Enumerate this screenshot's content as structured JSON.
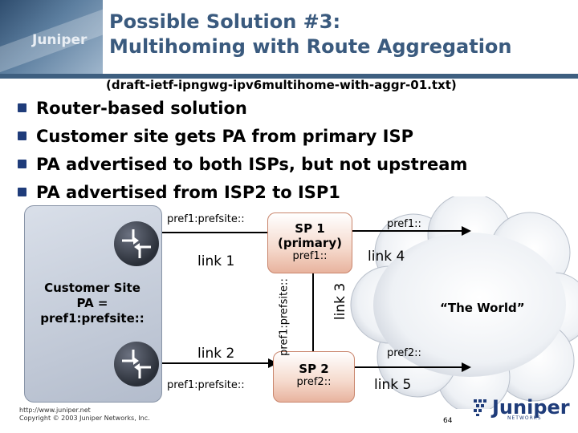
{
  "title_line1": "Possible Solution #3:",
  "title_line2": "Multihoming with Route Aggregation",
  "subtitle": "(draft-ietf-ipngwg-ipv6multihome-with-aggr-01.txt)",
  "header_logo": "Juniper",
  "bullets": [
    "Router-based solution",
    "Customer site gets PA from primary ISP",
    "PA advertised to both ISPs, but not upstream",
    "PA advertised from ISP2 to ISP1"
  ],
  "customer_site": {
    "line1": "Customer Site",
    "line2": "PA =",
    "line3": "pref1:prefsite::"
  },
  "sp1": {
    "line1": "SP 1",
    "line2": "(primary)",
    "pref": "pref1::"
  },
  "sp2": {
    "title": "SP 2",
    "pref": "pref2::"
  },
  "links": {
    "link1": "link 1",
    "link2": "link 2",
    "link3": "link 3",
    "link4": "link 4",
    "link5": "link 5"
  },
  "pref_labels": {
    "top": "pref1:prefsite::",
    "bottom": "pref1:prefsite::",
    "vertical": "pref1:prefsite::",
    "world_top": "pref1::",
    "world_bottom": "pref2::"
  },
  "world": "“The World”",
  "footer": {
    "url": "http://www.juniper.net",
    "copyright": "Copyright © 2003 Juniper Networks, Inc."
  },
  "page_number": "64",
  "footer_logo": "Juniper",
  "footer_logo_sub": "NETWORKS",
  "colors": {
    "title": "#3a5a7e",
    "bullet": "#1f3c7a",
    "sp_fill": "#f5d9cc",
    "customer_fill": "#c4ccd9"
  }
}
